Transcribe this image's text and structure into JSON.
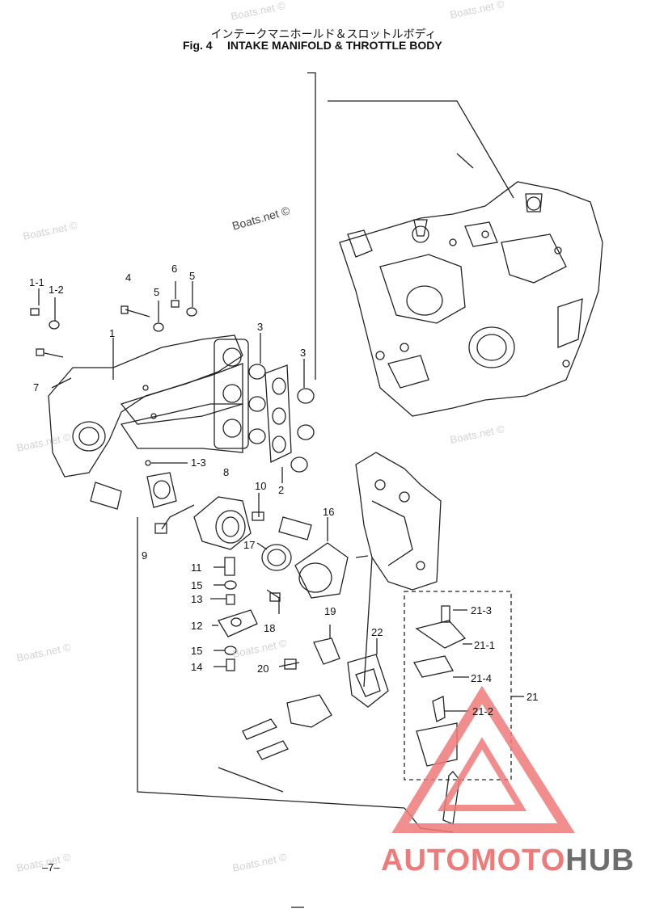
{
  "header": {
    "title_jp": "インテークマニホールド＆スロットルボディ",
    "fig_number": "Fig. 4",
    "fig_title": "INTAKE MANIFOLD & THROTTLE BODY"
  },
  "callouts": {
    "c1_1": "1-1",
    "c1_2": "1-2",
    "c4": "4",
    "c6": "6",
    "c5a": "5",
    "c5b": "5",
    "c3a": "3",
    "c3b": "3",
    "c1": "1",
    "c7": "7",
    "c1_3": "1-3",
    "c8": "8",
    "c2": "2",
    "c10": "10",
    "c16": "16",
    "c17": "17",
    "c9": "9",
    "c11": "11",
    "c15a": "15",
    "c13": "13",
    "c12": "12",
    "c15b": "15",
    "c14": "14",
    "c18": "18",
    "c19": "19",
    "c22": "22",
    "c20": "20",
    "c21_3": "21-3",
    "c21_1": "21-1",
    "c21_4": "21-4",
    "c21": "21",
    "c21_2": "21-2"
  },
  "watermark": {
    "text": "Boats.net ©"
  },
  "footer": {
    "page_number": "–7–"
  },
  "brand": {
    "part1": "AUTO",
    "part2": "MOTO",
    "part3": "HUB"
  },
  "colors": {
    "brand_red": "#ef7a7a",
    "brand_gray": "#6d6d6d",
    "line": "#222222"
  }
}
